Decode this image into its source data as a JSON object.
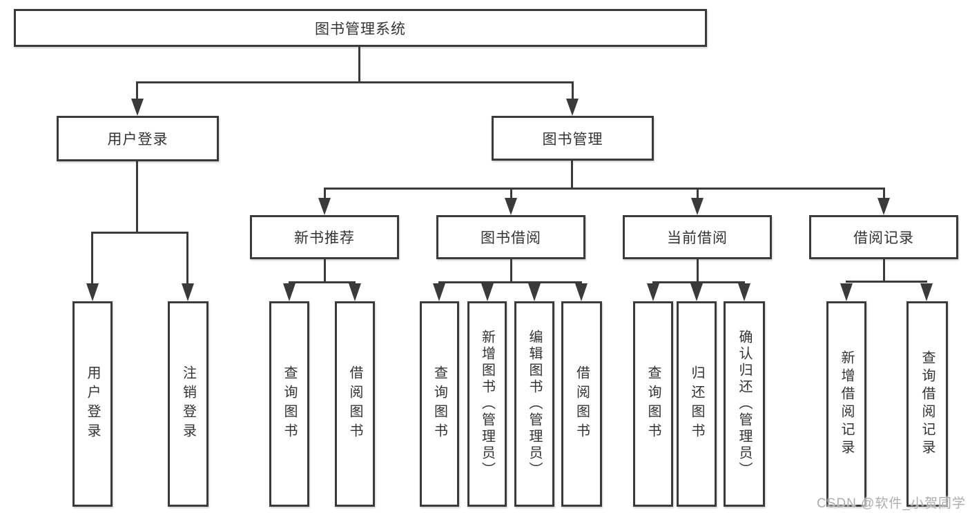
{
  "diagram": {
    "title": "图书管理系统",
    "level2": [
      "用户登录",
      "图书管理"
    ],
    "level3": [
      "新书推荐",
      "图书借阅",
      "当前借阅",
      "借阅记录"
    ],
    "leaves": {
      "user_login": [
        "用户登录",
        "注销登录"
      ],
      "new_books": [
        "查询图书",
        "借阅图书"
      ],
      "book_borrow": [
        "查询图书",
        "新增图书（管理员）",
        "编辑图书（管理员）",
        "借阅图书"
      ],
      "current_borrow": [
        "查询图书",
        "归还图书",
        "确认归还（管理员）"
      ],
      "borrow_records": [
        "新增借阅记录",
        "查询借阅记录"
      ]
    }
  },
  "watermark": {
    "text": "CSDN @软件_小贺同学"
  },
  "colors": {
    "line": "#3a3a3a",
    "text": "#333333",
    "background": "#ffffff",
    "watermark": "#adadad"
  }
}
